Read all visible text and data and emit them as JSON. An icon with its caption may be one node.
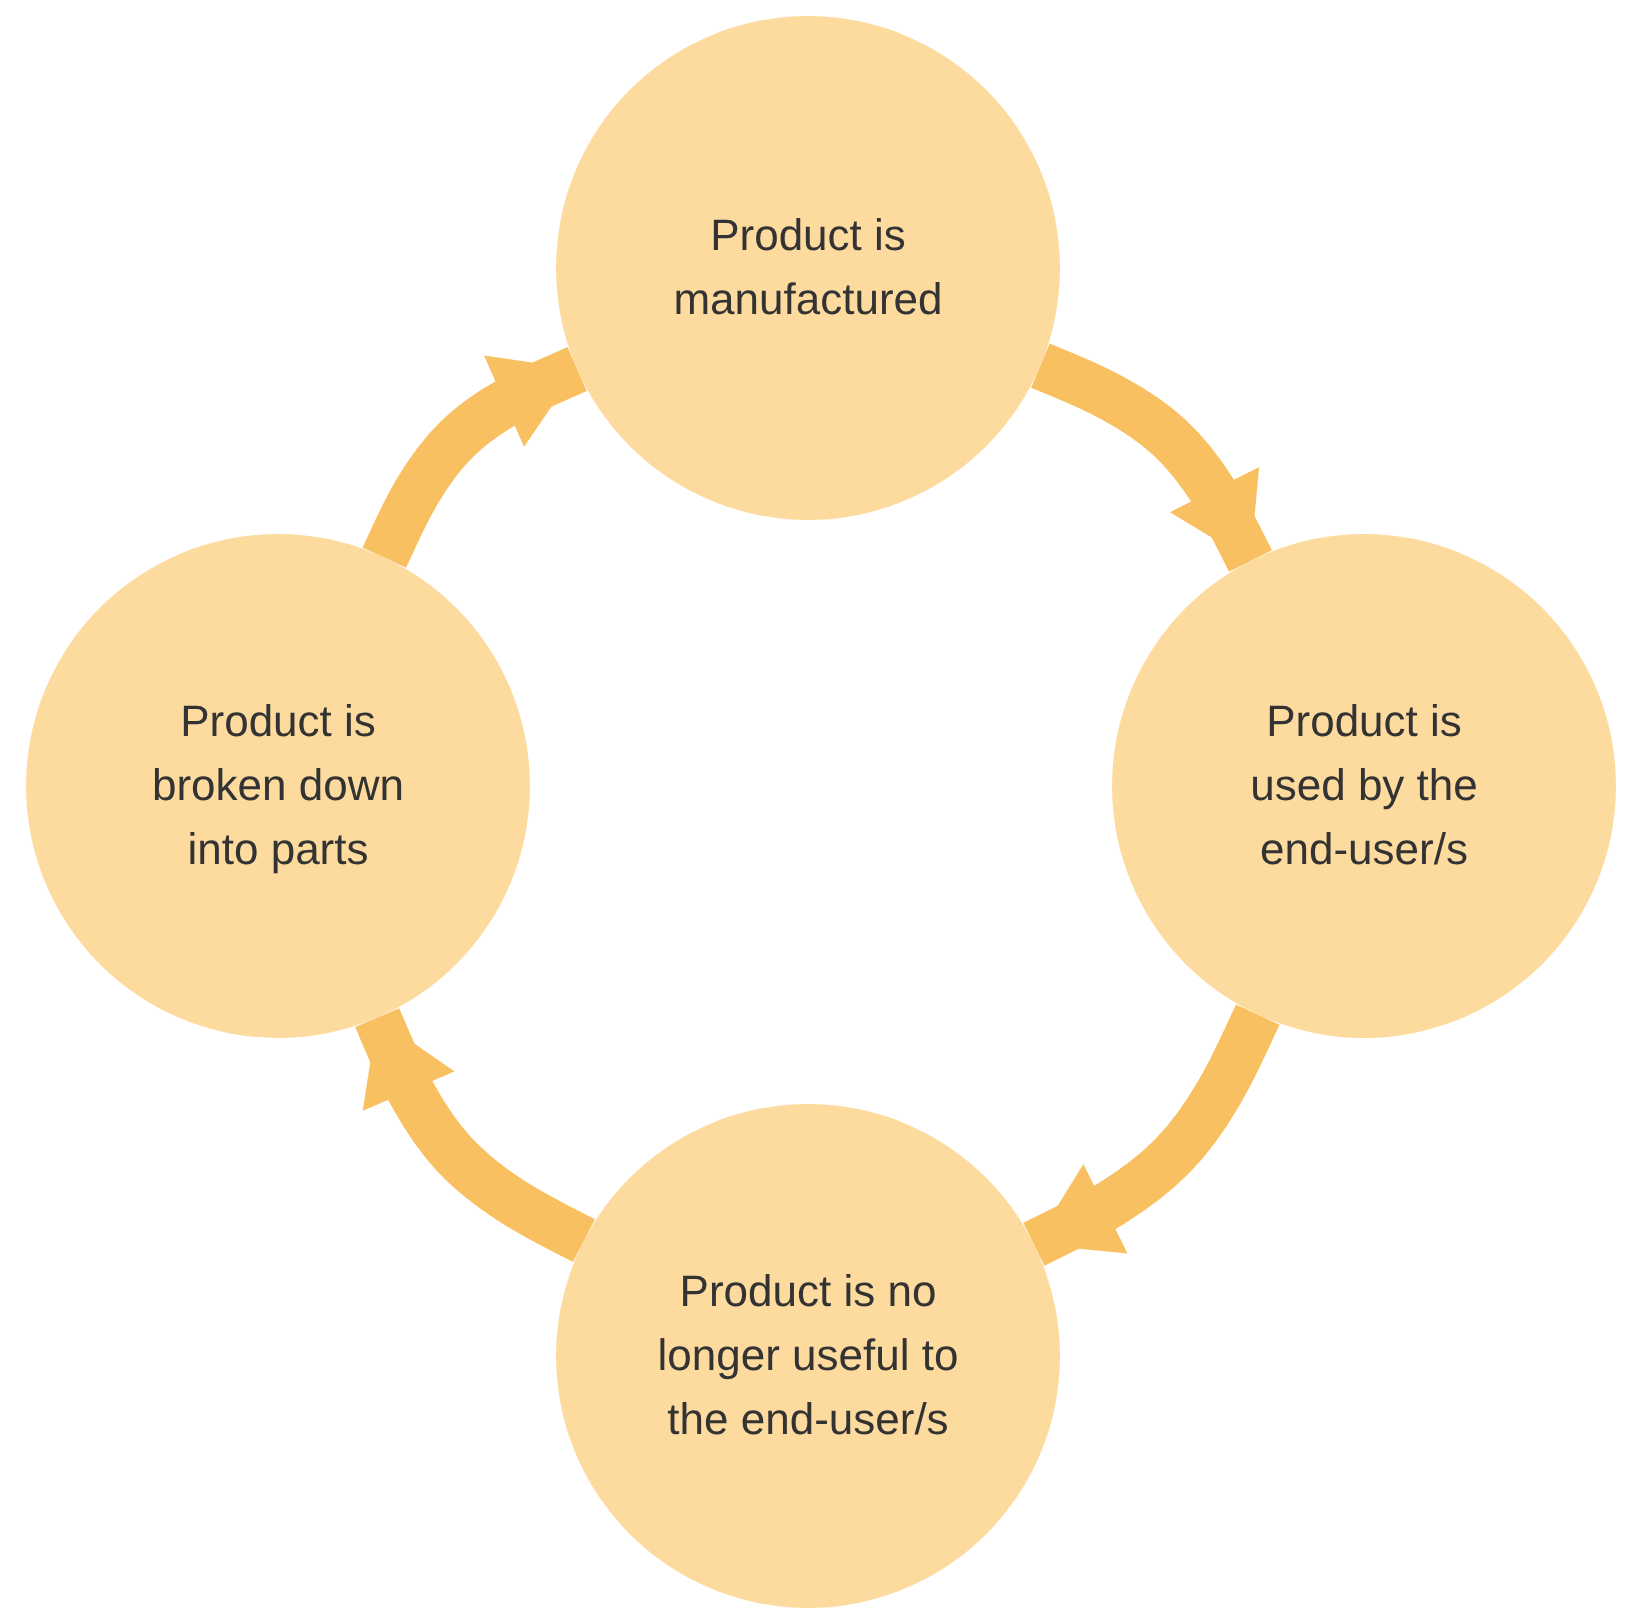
{
  "diagram": {
    "nodes": [
      {
        "text": [
          "Product is manufactured"
        ]
      },
      {
        "text": [
          "Product is used by the end-user/s"
        ]
      },
      {
        "text": [
          "Product is no longer useful to the end-user/s"
        ]
      },
      {
        "text": [
          "Product is broken down into parts"
        ]
      }
    ],
    "edges": [
      {
        "from": 0,
        "to": 1,
        "arrow": "to"
      },
      {
        "from": 1,
        "to": 2,
        "arrow": "to"
      },
      {
        "from": 2,
        "to": 3,
        "arrow": "to"
      },
      {
        "from": 3,
        "to": 0,
        "arrow": "to"
      }
    ]
  }
}
